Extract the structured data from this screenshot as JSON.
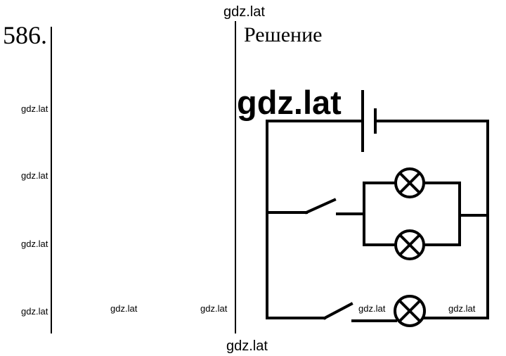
{
  "problem_number": "586.",
  "heading": "Решение",
  "watermarks": {
    "top": "gdz.lat",
    "bottom": "gdz.lat",
    "big": "gdz.lat",
    "margin_1": "gdz.lat",
    "margin_2": "gdz.lat",
    "margin_3": "gdz.lat",
    "margin_4": "gdz.lat",
    "mid_1": "gdz.lat",
    "mid_2": "gdz.lat",
    "near_lamp_left": "gdz.lat",
    "near_lamp_right": "gdz.lat"
  },
  "circuit": {
    "components": [
      "battery",
      "switch-1",
      "lamp-1",
      "lamp-2",
      "switch-2",
      "lamp-3"
    ]
  }
}
